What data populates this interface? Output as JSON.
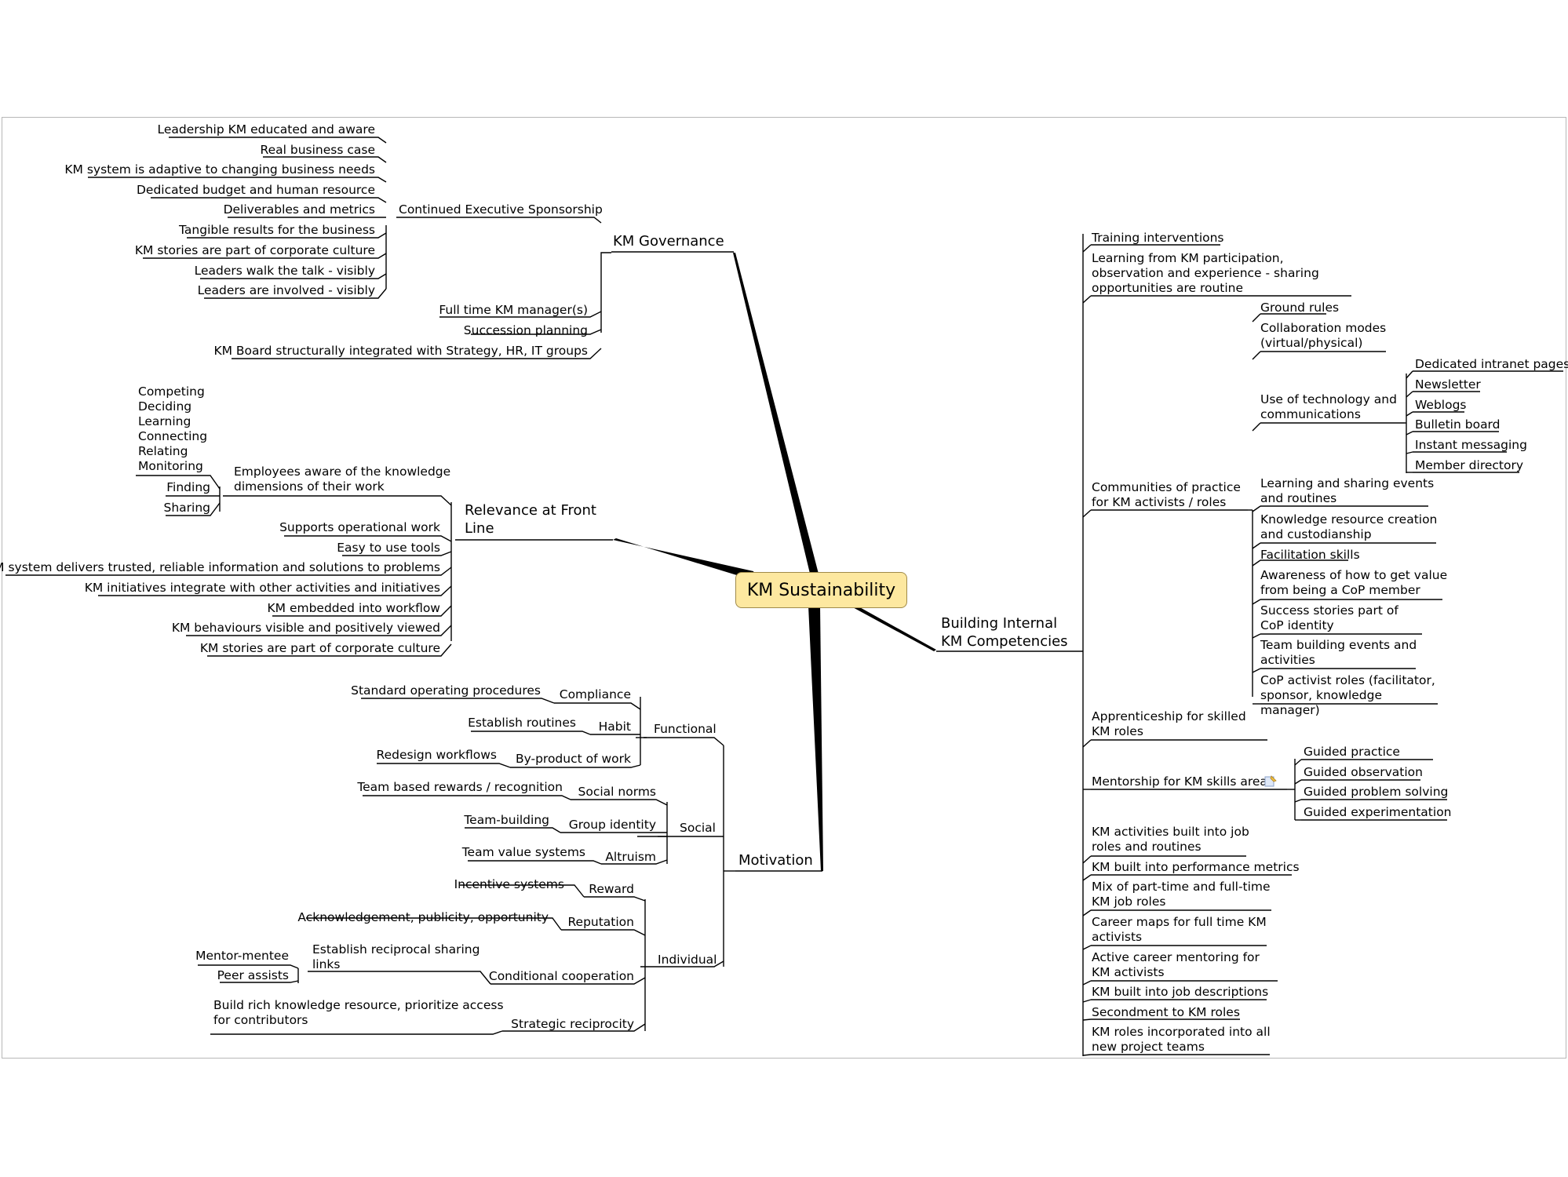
{
  "root": "KM Sustainability",
  "governance": {
    "title": "KM Governance",
    "sponsorship": "Continued Executive Sponsorship",
    "sponsorship_items": [
      "Leadership KM educated and aware",
      "Real business case",
      "KM system is adaptive to changing business needs",
      "Dedicated budget and human resource",
      "Deliverables and metrics",
      "Tangible results for the business",
      "KM stories are part of corporate culture",
      "Leaders walk the talk - visibly",
      "Leaders are involved - visibly"
    ],
    "others": [
      "Full time KM manager(s)",
      "Succession planning",
      "KM Board structurally integrated with Strategy, HR, IT groups"
    ]
  },
  "relevance": {
    "title": "Relevance at Front Line",
    "employees": "Employees aware of the knowledge dimensions of their work",
    "dimensions": [
      "Competing",
      "Deciding",
      "Learning",
      "Connecting",
      "Relating",
      "Monitoring"
    ],
    "dimension_subs": [
      "Finding",
      "Sharing"
    ],
    "items": [
      "Supports operational work",
      "Easy to use tools",
      "KM system delivers trusted, reliable  information and solutions to problems",
      "KM initiatives integrate with other activities and initiatives",
      "KM embedded into workflow",
      "KM behaviours visible and positively viewed",
      "KM stories are part of corporate culture"
    ]
  },
  "motivation": {
    "title": "Motivation",
    "functional": {
      "label": "Functional",
      "items": [
        {
          "label": "Compliance",
          "sub": "Standard operating procedures"
        },
        {
          "label": "Habit",
          "sub": "Establish routines"
        },
        {
          "label": "By-product of work",
          "sub": "Redesign workflows"
        }
      ]
    },
    "social": {
      "label": "Social",
      "items": [
        {
          "label": "Social norms",
          "sub": "Team based rewards / recognition"
        },
        {
          "label": "Group identity",
          "sub": "Team-building"
        },
        {
          "label": "Altruism",
          "sub": "Team value systems"
        }
      ]
    },
    "individual": {
      "label": "Individual",
      "items": [
        {
          "label": "Reward",
          "sub": "Incentive systems"
        },
        {
          "label": "Reputation",
          "sub": "Acknowledgement, publicity, opportunity"
        },
        {
          "label": "Conditional cooperation",
          "sub": "Establish reciprocal sharing links"
        },
        {
          "label": "Strategic reciprocity",
          "sub": "Build rich knowledge resource, prioritize access for contributors"
        }
      ],
      "links_subs": [
        "Mentor-mentee",
        "Peer assists"
      ]
    }
  },
  "competencies": {
    "title": "Building Internal KM Competencies",
    "training": "Training interventions",
    "learning": "Learning from KM participation, observation and experience - sharing opportunities are routine",
    "cop": "Communities of practice for KM activists / roles",
    "cop_items": [
      "Ground rules",
      "Collaboration modes (virtual/physical)",
      "Use of technology and communications",
      "Learning and sharing events and routines",
      "Knowledge resource creation and custodianship",
      "Facilitation skills",
      "Awareness of how to get value from being a CoP member",
      "Success stories part of CoP identity",
      "Team building events and activities",
      "CoP activist roles (facilitator, sponsor, knowledge manager)"
    ],
    "tech_items": [
      "Dedicated intranet pages",
      "Newsletter",
      "Weblogs",
      "Bulletin board",
      "Instant messaging",
      "Member directory"
    ],
    "apprenticeship": "Apprenticeship for skilled KM roles",
    "mentorship": "Mentorship for KM skills areas",
    "mentorship_items": [
      "Guided practice",
      "Guided observation",
      "Guided problem solving",
      "Guided experimentation"
    ],
    "others": [
      "KM activities built into job roles and routines",
      "KM built into performance metrics",
      "Mix of part-time and full-time KM job roles",
      "Career maps for full time KM activists",
      "Active career mentoring for KM activists",
      "KM built into job descriptions",
      "Secondment to KM roles",
      "KM roles incorporated into all new project teams"
    ]
  }
}
